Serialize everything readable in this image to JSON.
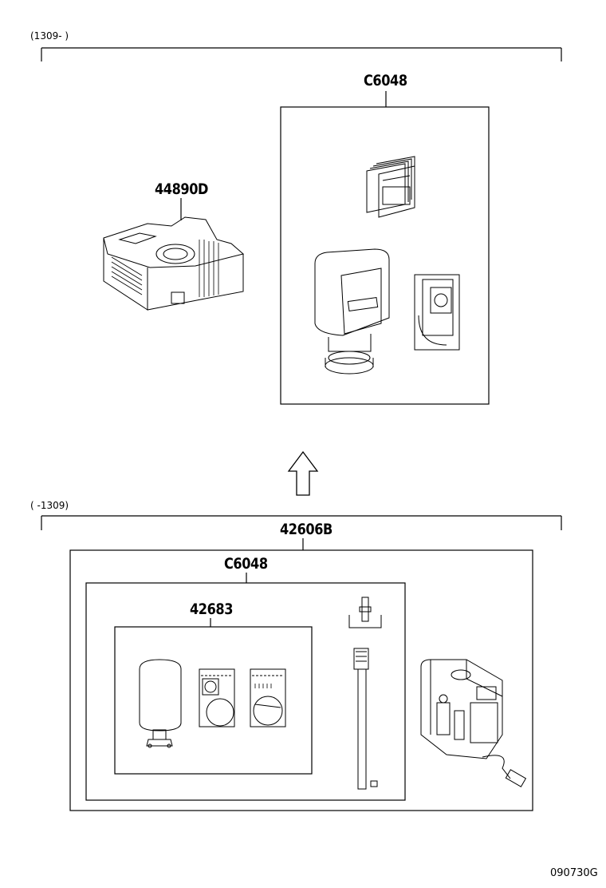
{
  "sections": {
    "upper": {
      "range_label": "(1309-      )"
    },
    "lower": {
      "range_label": "(      -1309)"
    }
  },
  "parts": {
    "kit_upper": "C6048",
    "compressor_upper": "44890D",
    "assembly_lower": "42606B",
    "kit_lower": "C6048",
    "bottle_lower": "42683"
  },
  "drawing_number": "090730G"
}
